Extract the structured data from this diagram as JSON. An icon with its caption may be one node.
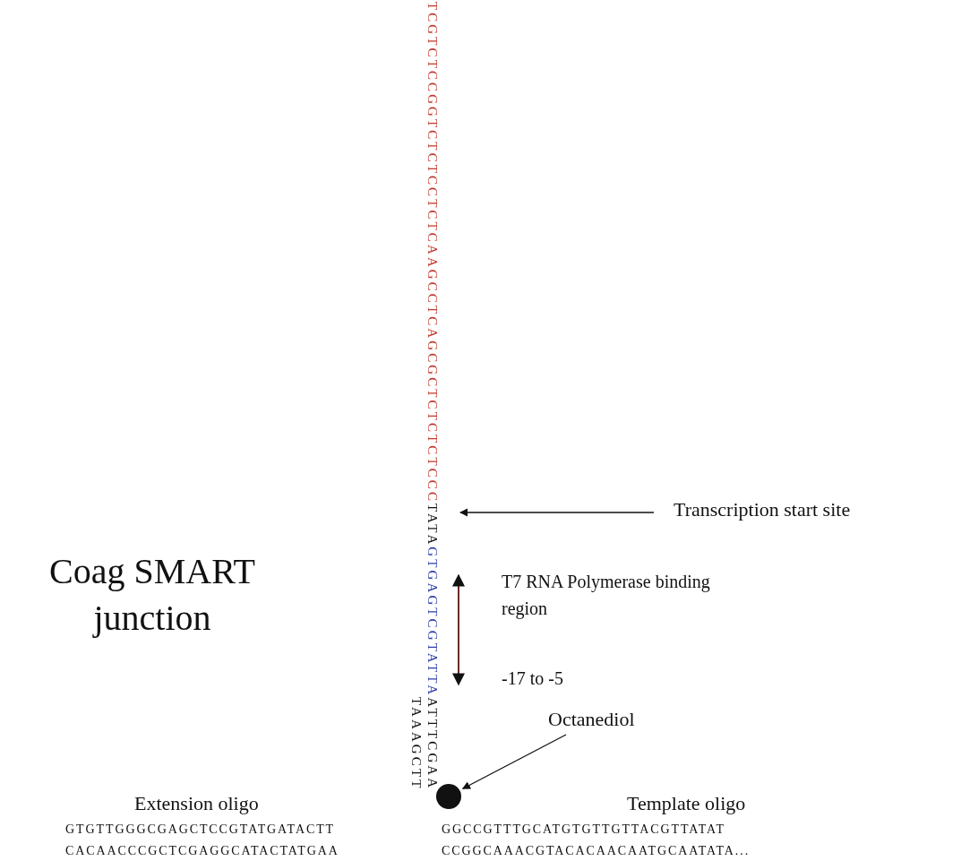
{
  "diagram": {
    "title": "Coag SMART junction",
    "nodes": [
      {
        "text": [
          "Transcription start site"
        ]
      },
      {
        "text": [
          "Octanediol"
        ]
      },
      {
        "text": [],
        "shape": "circle"
      }
    ],
    "edges": [
      {
        "from": 0,
        "to": null,
        "arrow": "to"
      },
      {
        "from": 1,
        "to": 2,
        "arrow": "to"
      }
    ],
    "labels": [
      "TCGTCTCCGGTCTCTCCTCTCAAGCCTCAGCGCTCTCTCTCCC",
      "TATA",
      "GTGAGTCGTATTA",
      "ATTTCGAA",
      "T7 RNA Polymerase binding region",
      "-17 to -5",
      "TAAAGCTT",
      "Extension oligo",
      "Template oligo",
      "GTGTTGGGCGAGCTCCGTATGATACTT",
      "GGCCGTTTGCATGTGTTGTTACGTTATAT",
      "CACAACCCGCTCGAGGCATACTATGAA",
      "CCGGCAAACGTACACAACAATGCAATATA..."
    ]
  }
}
